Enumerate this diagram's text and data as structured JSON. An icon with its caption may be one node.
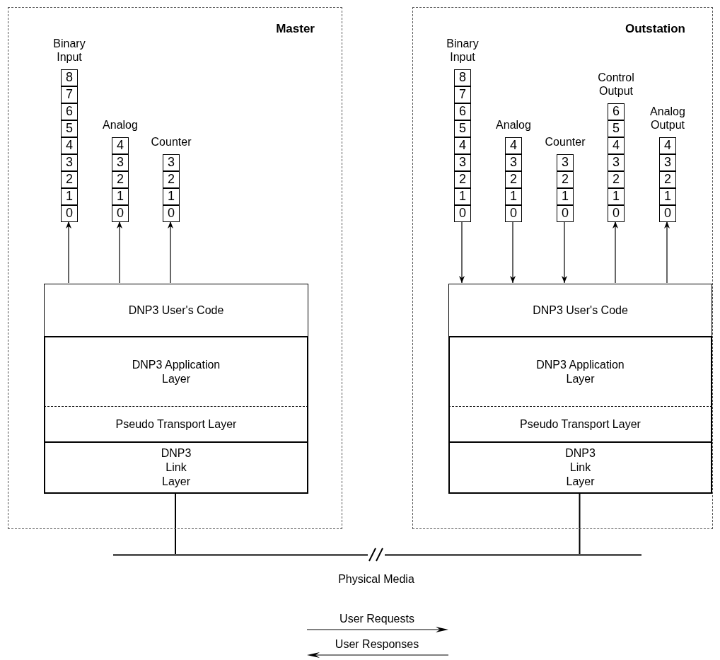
{
  "diagram": {
    "nodes": [
      {
        "text": [
          "Master"
        ]
      },
      {
        "text": [
          "Binary Input"
        ],
        "in": 0
      },
      {
        "text": [
          "8"
        ],
        "in": 1
      },
      {
        "text": [
          "7"
        ],
        "in": 1
      },
      {
        "text": [
          "6"
        ],
        "in": 1
      },
      {
        "text": [
          "5"
        ],
        "in": 1
      },
      {
        "text": [
          "4"
        ],
        "in": 1
      },
      {
        "text": [
          "3"
        ],
        "in": 1
      },
      {
        "text": [
          "2"
        ],
        "in": 1
      },
      {
        "text": [
          "1"
        ],
        "in": 1
      },
      {
        "text": [
          "0"
        ],
        "in": 1
      },
      {
        "text": [
          "Analog"
        ],
        "in": 0
      },
      {
        "text": [
          "4"
        ],
        "in": 11
      },
      {
        "text": [
          "3"
        ],
        "in": 11
      },
      {
        "text": [
          "2"
        ],
        "in": 11
      },
      {
        "text": [
          "1"
        ],
        "in": 11
      },
      {
        "text": [
          "0"
        ],
        "in": 11
      },
      {
        "text": [
          "Counter"
        ],
        "in": 0
      },
      {
        "text": [
          "3"
        ],
        "in": 17
      },
      {
        "text": [
          "2"
        ],
        "in": 17
      },
      {
        "text": [
          "1"
        ],
        "in": 17
      },
      {
        "text": [
          "0"
        ],
        "in": 17
      },
      {
        "text": [
          "DNP3 User's Code"
        ],
        "in": 0
      },
      {
        "text": [
          "DNP3 Application Layer"
        ],
        "in": 0
      },
      {
        "text": [
          "Pseudo Transport Layer"
        ],
        "in": 0
      },
      {
        "text": [
          "DNP3 Link Layer"
        ],
        "in": 0
      },
      {
        "text": [
          "Outstation"
        ]
      },
      {
        "text": [
          "Binary Input"
        ],
        "in": 26
      },
      {
        "text": [
          "8"
        ],
        "in": 27
      },
      {
        "text": [
          "7"
        ],
        "in": 27
      },
      {
        "text": [
          "6"
        ],
        "in": 27
      },
      {
        "text": [
          "5"
        ],
        "in": 27
      },
      {
        "text": [
          "4"
        ],
        "in": 27
      },
      {
        "text": [
          "3"
        ],
        "in": 27
      },
      {
        "text": [
          "2"
        ],
        "in": 27
      },
      {
        "text": [
          "1"
        ],
        "in": 27
      },
      {
        "text": [
          "0"
        ],
        "in": 27
      },
      {
        "text": [
          "Analog"
        ],
        "in": 26
      },
      {
        "text": [
          "4"
        ],
        "in": 37
      },
      {
        "text": [
          "3"
        ],
        "in": 37
      },
      {
        "text": [
          "2"
        ],
        "in": 37
      },
      {
        "text": [
          "1"
        ],
        "in": 37
      },
      {
        "text": [
          "0"
        ],
        "in": 37
      },
      {
        "text": [
          "Counter"
        ],
        "in": 26
      },
      {
        "text": [
          "3"
        ],
        "in": 43
      },
      {
        "text": [
          "2"
        ],
        "in": 43
      },
      {
        "text": [
          "1"
        ],
        "in": 43
      },
      {
        "text": [
          "0"
        ],
        "in": 43
      },
      {
        "text": [
          "Control Output"
        ],
        "in": 26
      },
      {
        "text": [
          "6"
        ],
        "in": 48
      },
      {
        "text": [
          "5"
        ],
        "in": 48
      },
      {
        "text": [
          "4"
        ],
        "in": 48
      },
      {
        "text": [
          "3"
        ],
        "in": 48
      },
      {
        "text": [
          "2"
        ],
        "in": 48
      },
      {
        "text": [
          "1"
        ],
        "in": 48
      },
      {
        "text": [
          "0"
        ],
        "in": 48
      },
      {
        "text": [
          "Analog Output"
        ],
        "in": 26
      },
      {
        "text": [
          "4"
        ],
        "in": 56
      },
      {
        "text": [
          "3"
        ],
        "in": 56
      },
      {
        "text": [
          "2"
        ],
        "in": 56
      },
      {
        "text": [
          "1"
        ],
        "in": 56
      },
      {
        "text": [
          "0"
        ],
        "in": 56
      },
      {
        "text": [
          "DNP3 User's Code"
        ],
        "in": 26
      },
      {
        "text": [
          "DNP3 Application Layer"
        ],
        "in": 26
      },
      {
        "text": [
          "Pseudo Transport Layer"
        ],
        "in": 26
      },
      {
        "text": [
          "DNP3 Link Layer"
        ],
        "in": 26
      },
      {
        "text": [],
        "shape": "bar",
        "beside": [
          "Physical Media"
        ]
      }
    ],
    "edges": [
      {
        "from": 22,
        "to": 1,
        "arrow": "to"
      },
      {
        "from": 22,
        "to": 11,
        "arrow": "to"
      },
      {
        "from": 22,
        "to": 17,
        "arrow": "to"
      },
      {
        "from": 27,
        "to": 62,
        "arrow": "to"
      },
      {
        "from": 37,
        "to": 62,
        "arrow": "to"
      },
      {
        "from": 43,
        "to": 62,
        "arrow": "to"
      },
      {
        "from": 62,
        "to": 48,
        "arrow": "to"
      },
      {
        "from": 62,
        "to": 56,
        "arrow": "to"
      },
      {
        "from": 25,
        "to": 66,
        "arrow": "none"
      },
      {
        "from": 65,
        "to": 66,
        "arrow": "none"
      }
    ],
    "legend": [
      {
        "text": "User Requests"
      },
      {
        "text": "User Responses"
      }
    ]
  }
}
